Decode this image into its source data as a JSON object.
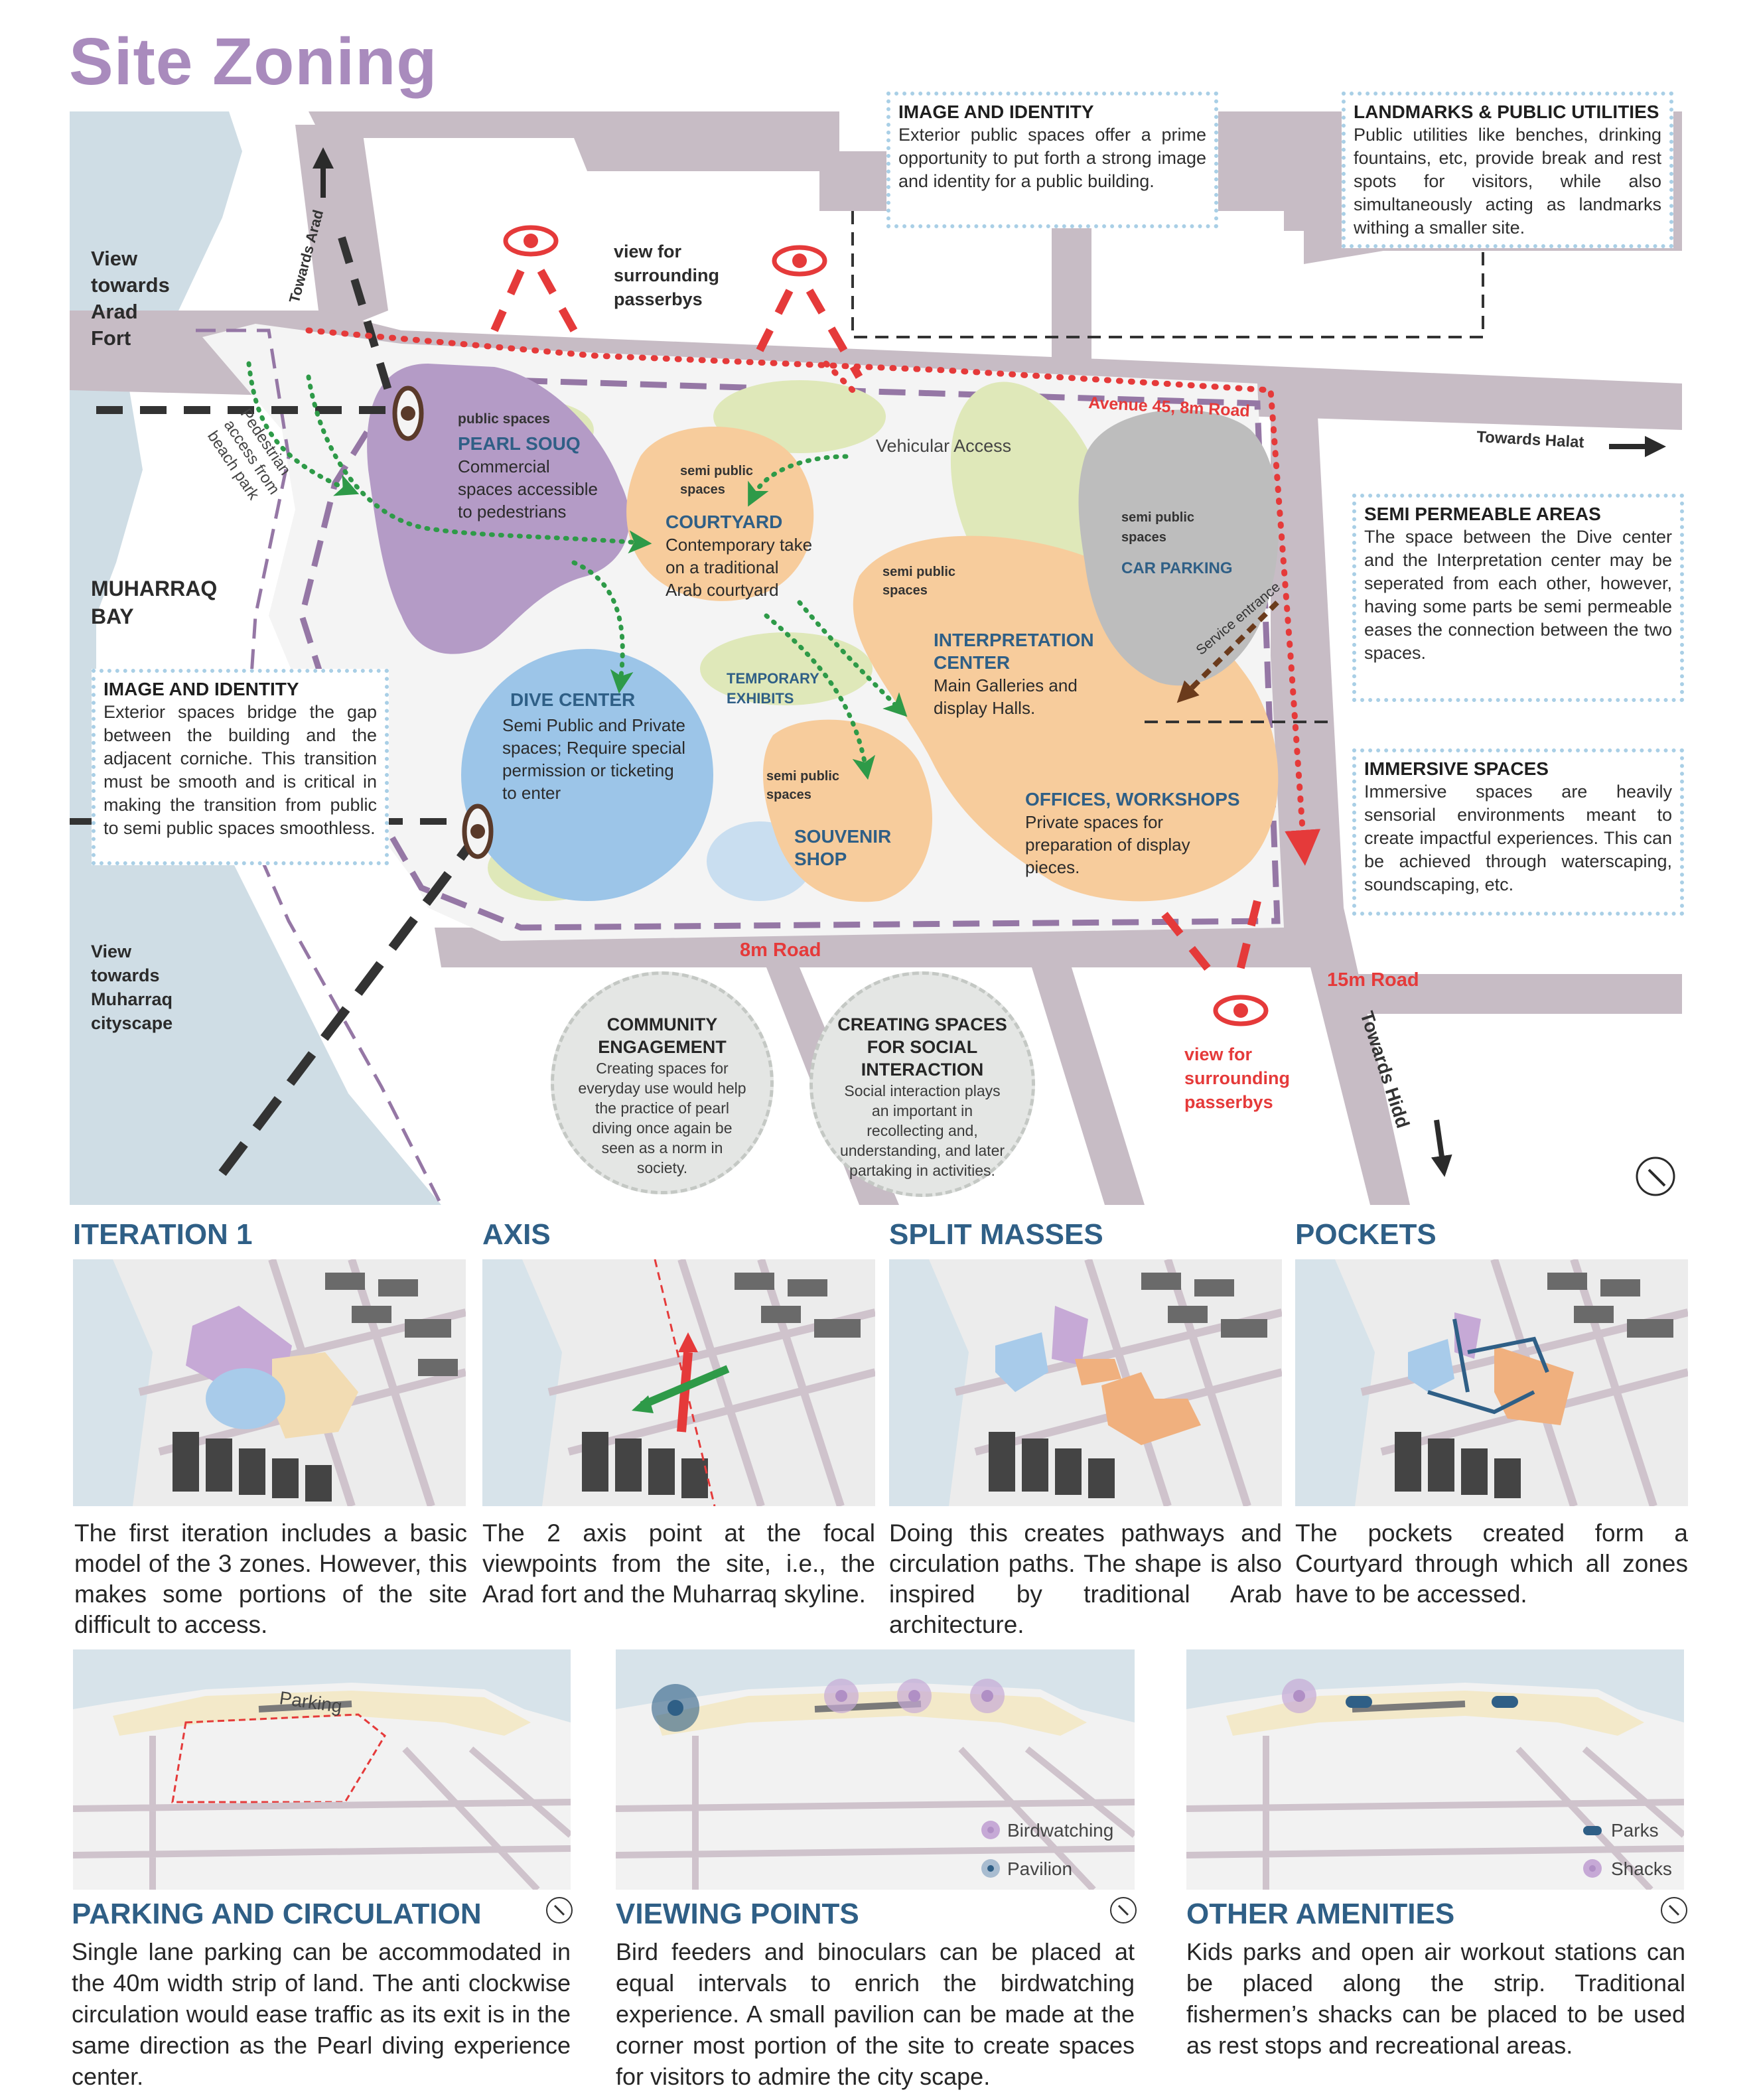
{
  "title": "Site Zoning",
  "map": {
    "labels": {
      "view_arad": "View towards Arad Fort",
      "muharraq_bay": "MUHARRAQ BAY",
      "view_muharraq": "View towards Muharraq cityscape",
      "towards_arad": "Towards Arad",
      "view_passerbys_top": "view for surrounding passerbys",
      "avenue": "Avenue 45, 8m Road",
      "towards_halat": "Towards Halat",
      "vehicular_access": "Vehicular Access",
      "pedestrian_access": "Pedestrian access from beach park",
      "road_8m": "8m Road",
      "road_15m": "15m Road",
      "towards_hidd": "Towards Hidd",
      "view_passerbys_bottom": "view for surrounding passerbys",
      "service_entrance": "Service entrance"
    },
    "zones": {
      "pearl_souq": {
        "kicker": "public spaces",
        "name": "PEARL SOUQ",
        "desc1": "Commercial",
        "desc2": "spaces accessible",
        "desc3": "to pedestrians"
      },
      "courtyard": {
        "kicker1": "semi public",
        "kicker2": "spaces",
        "name": "COURTYARD",
        "desc1": "Contemporary take",
        "desc2": "on a traditional",
        "desc3": "Arab courtyard"
      },
      "temporary": {
        "name1": "TEMPORARY",
        "name2": "EXHIBITS"
      },
      "dive": {
        "name": "DIVE CENTER",
        "desc1": "Semi Public and Private",
        "desc2": "spaces; Require special",
        "desc3": "permission or ticketing",
        "desc4": "to enter"
      },
      "souvenir": {
        "kicker1": "semi public",
        "kicker2": "spaces",
        "name1": "SOUVENIR",
        "name2": "SHOP"
      },
      "interpretation": {
        "kicker1": "semi public",
        "kicker2": "spaces",
        "name1": "INTERPRETATION",
        "name2": "CENTER",
        "desc1": "Main Galleries and",
        "desc2": "display Halls."
      },
      "offices": {
        "name": "OFFICES, WORKSHOPS",
        "desc1": "Private spaces for",
        "desc2": "preparation of display",
        "desc3": "pieces."
      },
      "parking": {
        "kicker1": "semi public",
        "kicker2": "spaces",
        "name": "CAR PARKING"
      }
    }
  },
  "callouts": {
    "image_identity_top": {
      "heading": "IMAGE AND IDENTITY",
      "body": "Exterior public spaces offer a prime opportunity to put forth a strong image and identity for a public building."
    },
    "landmarks": {
      "heading": "LANDMARKS & PUBLIC UTILITIES",
      "body": "Public utilities like benches, drinking fountains, etc, provide break and rest spots for visitors, while also simultaneously acting as landmarks withing a smaller site."
    },
    "semi_permeable": {
      "heading": "SEMI PERMEABLE AREAS",
      "body": "The space between the Dive center and the Interpretation center may be seperated from each other, however, having some parts be semi permeable eases the connection between the two spaces."
    },
    "immersive": {
      "heading": "IMMERSIVE SPACES",
      "body": "Immersive spaces are heavily sensorial environments meant to create impactful experiences. This can be achieved through waterscaping, soundscaping, etc."
    },
    "image_identity_left": {
      "heading": "IMAGE AND IDENTITY",
      "body": "Exterior spaces bridge the gap between the building and the adjacent corniche. This transition must be smooth and is critical in making the transition from public to semi public spaces smoothless."
    },
    "community": {
      "heading1": "COMMUNITY",
      "heading2": "ENGAGEMENT",
      "body": "Creating spaces for everyday use would help the practice of pearl diving once again be seen as a norm in society."
    },
    "social": {
      "heading1": "CREATING SPACES",
      "heading2": "FOR SOCIAL",
      "heading3": "INTERACTION",
      "body": "Social interaction plays an important in recollecting and, understanding, and later partaking in activities."
    }
  },
  "iterations": [
    {
      "title": "ITERATION 1",
      "caption": "The first iteration includes a basic model of the 3 zones. However, this makes some portions of the site difficult to access."
    },
    {
      "title": "AXIS",
      "caption": "The 2 axis point at the focal viewpoints from the site, i.e., the Arad fort and the Muharraq skyline."
    },
    {
      "title": "SPLIT MASSES",
      "caption": "Doing this creates pathways and circulation paths. The shape is also inspired by traditional Arab architecture."
    },
    {
      "title": "POCKETS",
      "caption": "The pockets created form a Courtyard through which all zones have to be accessed."
    }
  ],
  "strip": [
    {
      "title": "PARKING AND CIRCULATION",
      "caption": "Single lane parking can be accommodated in the 40m width strip of land. The anti clockwise circulation would ease traffic as its exit is in the same direction as the Pearl diving experience center.",
      "map_label": "Parking"
    },
    {
      "title": "VIEWING POINTS",
      "caption": "Bird feeders and binoculars can be placed at equal intervals to enrich the birdwatching experience. A small pavilion can be made at the corner most portion of the site to create spaces for visitors to admire the city scape.",
      "legend": [
        "Birdwatching",
        "Pavilion"
      ]
    },
    {
      "title": "OTHER AMENITIES",
      "caption": "Kids parks and open air workout stations can be placed along the strip. Traditional fishermen’s shacks can be placed to be used as rest stops and recreational areas.",
      "legend": [
        "Parks",
        "Shacks"
      ]
    }
  ],
  "colors": {
    "title": "#a98bbd",
    "section": "#2f5f86",
    "road": "#c7bcc5",
    "water": "#cfdde5",
    "purple": "#b49bc6",
    "orange": "#f7cc9c",
    "blue": "#9cc5e8",
    "green": "#dfe8b9",
    "grey": "#bdbdbd",
    "red": "#e53a3a"
  }
}
